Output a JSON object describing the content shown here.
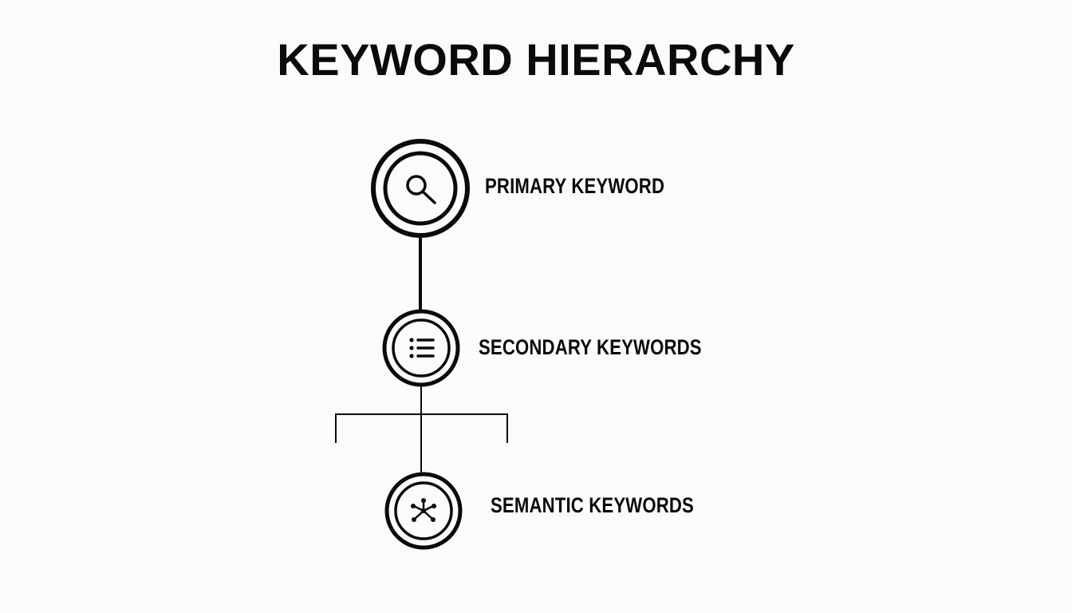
{
  "title": "KEYWORD HIERARCHY",
  "nodes": [
    {
      "id": "primary",
      "label": "PRIMARY KEYWORD",
      "icon": "search-icon"
    },
    {
      "id": "secondary",
      "label": "SECONDARY KEYWORDS",
      "icon": "list-icon"
    },
    {
      "id": "semantic",
      "label": "SEMANTIC KEYWORDS",
      "icon": "network-icon"
    }
  ],
  "colors": {
    "stroke": "#0a0a0a",
    "background": "#fbfbfb"
  }
}
